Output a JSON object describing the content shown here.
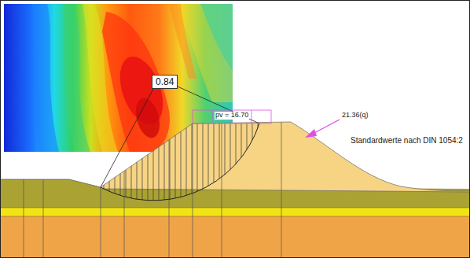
{
  "diagram": {
    "nodes": [
      {
        "text": [
          "0.84"
        ]
      }
    ],
    "labels": [
      "pv = 16.70",
      "21.36(q)",
      "Standardwerte nach DIN 1054:2"
    ]
  }
}
